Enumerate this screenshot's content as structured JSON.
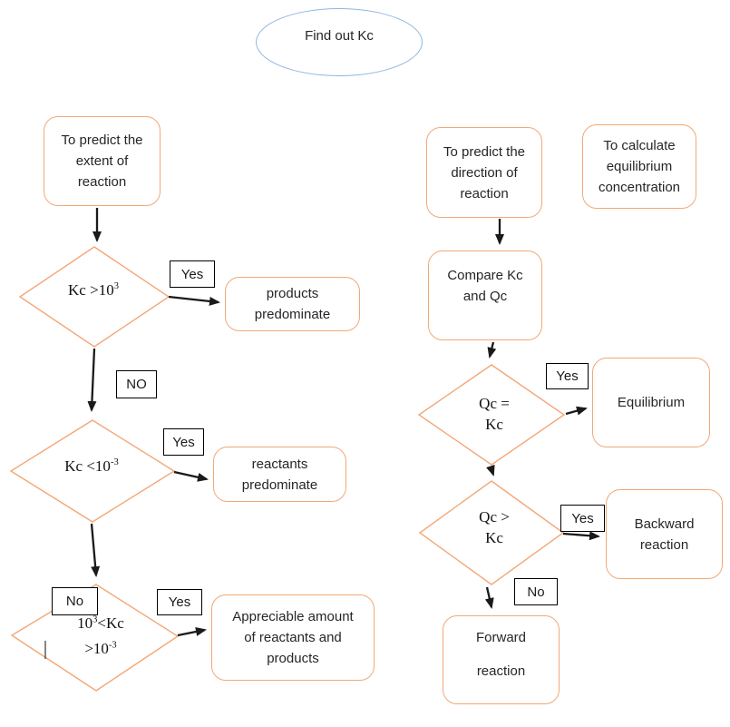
{
  "colors": {
    "box_border": "#F2A877",
    "ellipse_border": "#8FB6E0",
    "arrow": "#1a1a1a",
    "label_border": "#000000",
    "text": "#262626"
  },
  "start": {
    "label": "Find out Kc"
  },
  "left_branch": {
    "extent_box": {
      "lines": [
        "To predict the",
        "extent of",
        "reaction"
      ]
    },
    "d1": {
      "base": "Kc >10",
      "sup": "3"
    },
    "yes1": "Yes",
    "products_box": {
      "lines": [
        "products",
        "predominate"
      ]
    },
    "no1": "NO",
    "d2": {
      "base": "Kc <10",
      "sup": "-3"
    },
    "yes2": "Yes",
    "reactants_box": {
      "lines": [
        "reactants",
        "predominate"
      ]
    },
    "no2": "No",
    "d3": {
      "l1a": "10",
      "l1sup": "3",
      "l1b": "<Kc",
      "l2a": ">10",
      "l2sup": "-3"
    },
    "yes3": "Yes",
    "appreciable_box": {
      "lines": [
        "Appreciable amount",
        "of reactants and",
        "products"
      ]
    }
  },
  "right_branch": {
    "direction_box": {
      "lines": [
        "To predict the",
        "direction of",
        "reaction"
      ]
    },
    "calc_box": {
      "lines": [
        "To calculate",
        "equilibrium",
        "concentration"
      ]
    },
    "compare_box": {
      "lines": [
        "Compare Kc",
        "and Qc"
      ]
    },
    "dR1": {
      "l1": "Qc =",
      "l2": "Kc"
    },
    "yesR1": "Yes",
    "equilibrium_box": {
      "label": "Equilibrium"
    },
    "dR2": {
      "l1": "Qc >",
      "l2": "Kc"
    },
    "yesR2": "Yes",
    "backward_box": {
      "lines": [
        "Backward",
        "reaction"
      ]
    },
    "noR": "No",
    "forward_box": {
      "lines": [
        "Forward",
        "reaction"
      ]
    }
  }
}
